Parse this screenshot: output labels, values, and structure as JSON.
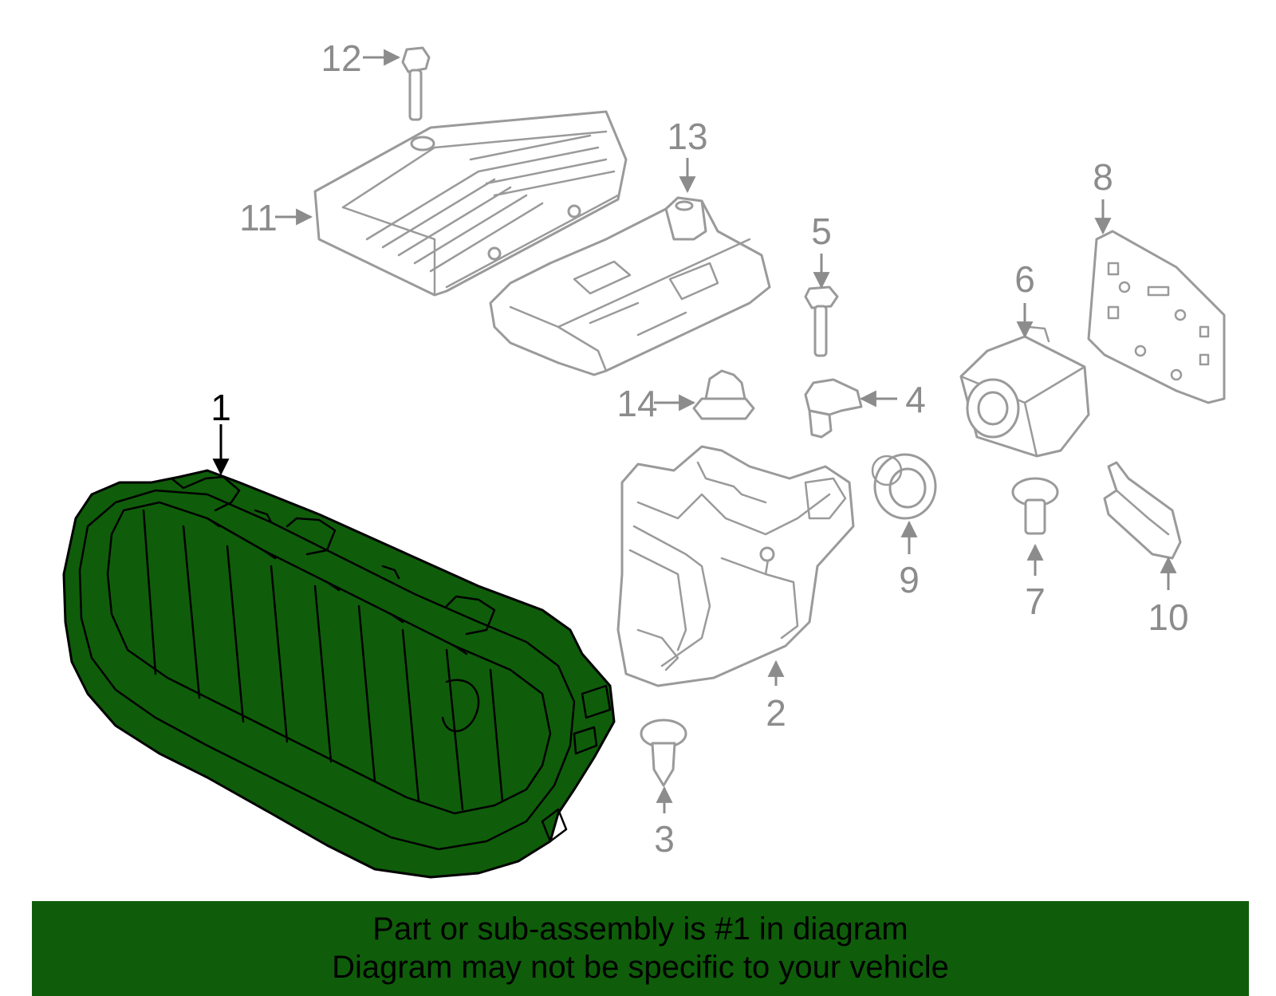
{
  "colors": {
    "highlight_fill": "#0f5d0a",
    "banner_bg": "#0f5d0a",
    "part_line": "#9a9a9a",
    "callout_text": "#8c8c8c",
    "highlight_text": "#000000"
  },
  "callouts": [
    {
      "id": "1",
      "label": "1",
      "highlighted": true
    },
    {
      "id": "2",
      "label": "2",
      "highlighted": false
    },
    {
      "id": "3",
      "label": "3",
      "highlighted": false
    },
    {
      "id": "4",
      "label": "4",
      "highlighted": false
    },
    {
      "id": "5",
      "label": "5",
      "highlighted": false
    },
    {
      "id": "6",
      "label": "6",
      "highlighted": false
    },
    {
      "id": "7",
      "label": "7",
      "highlighted": false
    },
    {
      "id": "8",
      "label": "8",
      "highlighted": false
    },
    {
      "id": "9",
      "label": "9",
      "highlighted": false
    },
    {
      "id": "10",
      "label": "10",
      "highlighted": false
    },
    {
      "id": "11",
      "label": "11",
      "highlighted": false
    },
    {
      "id": "12",
      "label": "12",
      "highlighted": false
    },
    {
      "id": "13",
      "label": "13",
      "highlighted": false
    },
    {
      "id": "14",
      "label": "14",
      "highlighted": false
    }
  ],
  "banner": {
    "line1": "Part or sub-assembly is #1 in diagram",
    "line2": "Diagram may not be specific to your vehicle"
  }
}
